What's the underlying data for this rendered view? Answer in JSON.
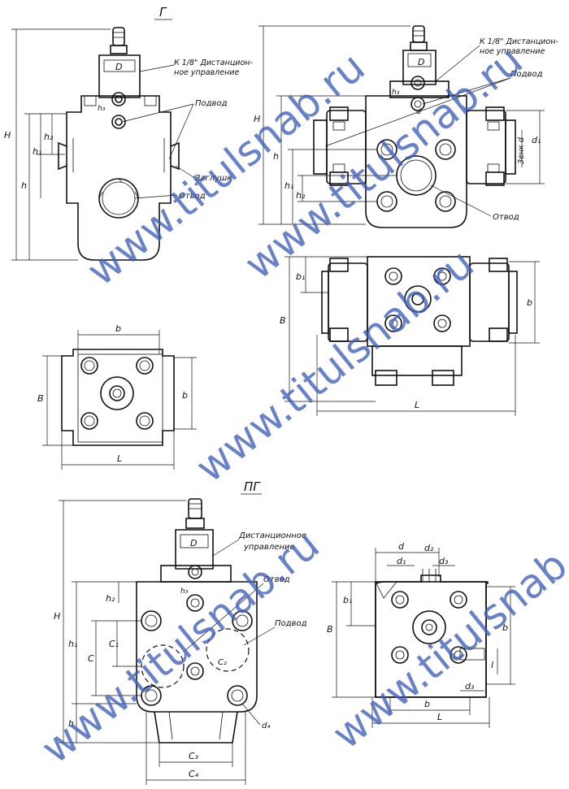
{
  "views": {
    "g_title": "Г",
    "pg_title": "ПГ"
  },
  "callouts": {
    "remote_g1": "К 1/8\" Дистанцион-",
    "remote_g2": "ное управление",
    "inlet_g": "Подвод",
    "plug_g": "Заглушк",
    "outlet_g": "Отвод",
    "remote_r1": "К 1/8\" Дистанцион-",
    "remote_r2": "ное управление",
    "inlet_r": "Подвод",
    "outlet_r": "Отвод",
    "remote_pg1": "Дистанционное",
    "remote_pg2": "управление",
    "outlet_pg": "Отвод",
    "inlet_pg": "Подвод"
  },
  "dimensions": {
    "H": "H",
    "h": "h",
    "h1": "h₁",
    "h2": "h₂",
    "h3": "h₃",
    "B": "B",
    "b": "b",
    "b1": "b₁",
    "L": "L",
    "l": "l",
    "C": "C",
    "C1": "C₁",
    "C2": "C₂",
    "C3": "C₃",
    "C4": "C₄",
    "d": "d",
    "d1": "d₁",
    "d2": "d₂",
    "d3": "d₃",
    "d4": "d₄",
    "port_d": "Зенк d",
    "D": "D"
  },
  "watermark": {
    "text": "www.titulsnab.ru",
    "color": "#3f5fb8"
  }
}
